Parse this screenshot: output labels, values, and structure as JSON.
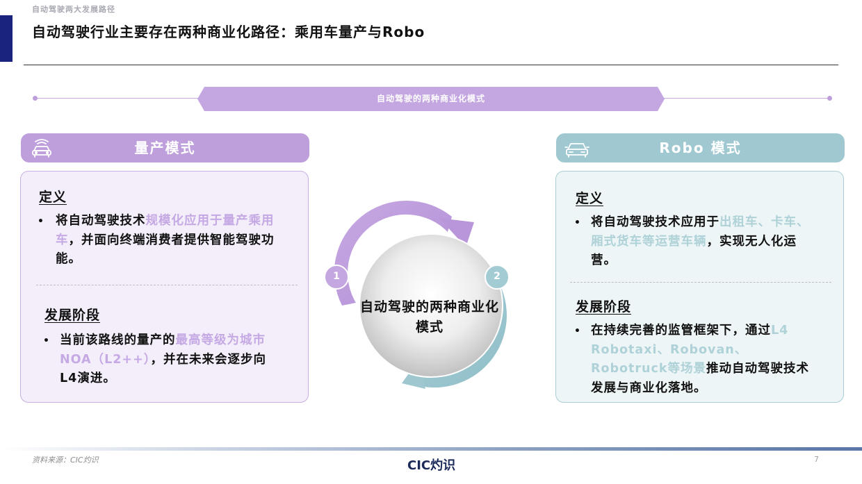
{
  "header": {
    "crumb": "自动驾驶两大发展路径",
    "title": "自动驾驶行业主要存在两种商业化路径：乘用车量产与Robo"
  },
  "ribbon": {
    "label": "自动驾驶的两种商业化模式"
  },
  "center": {
    "text": "自动驾驶的两种商业化模式",
    "badge1": "1",
    "badge2": "2"
  },
  "mass": {
    "title": "量产模式",
    "icon": "car-front-icon",
    "def_title": "定义",
    "def_a": "将自动驾驶技术",
    "def_b": "规模化应用于量产乘用车",
    "def_c": "，并面向终端消费者提供智能驾驶功能。",
    "stage_title": "发展阶段",
    "stage_a": "当前该路线的量产的",
    "stage_b": "最高等级为城市NOA（L2++）",
    "stage_c": "，并在未来会逐步向L4演进。"
  },
  "robo": {
    "title": "Robo 模式",
    "icon": "car-side-icon",
    "def_title": "定义",
    "def_a": "将自动驾驶技术应用于",
    "def_b": "出租车、卡车、厢式货车等运营车辆",
    "def_c": "，实现无人化运营。",
    "stage_title": "发展阶段",
    "stage_a": "在持续完善的监管框架下，通过",
    "stage_b": "L4 Robotaxi、Robovan、Robotruck等场景",
    "stage_c": "推动自动驾驶技术发展与商业化落地。"
  },
  "footer": {
    "source": "资料来源：CIC灼识",
    "brand": "CIC灼识",
    "page": "7"
  },
  "colors": {
    "accent_navy": "#1a237e",
    "purple": "#bf9edc",
    "teal": "#9fc8d0",
    "purple_highlight": "#c5a9e4",
    "teal_highlight": "#aed2d8"
  }
}
